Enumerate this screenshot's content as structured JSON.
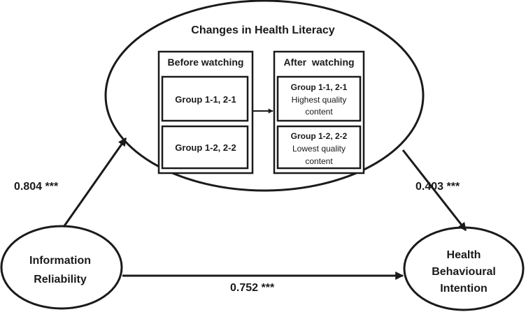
{
  "main_ellipse": {
    "title": "Changes in Health Literacy"
  },
  "before": {
    "header": "Before watching",
    "group1": "Group 1-1, 2-1",
    "group2": "Group 1-2, 2-2"
  },
  "after": {
    "header": "After  watching",
    "group1": {
      "title": "Group 1-1, 2-1",
      "line1": "Highest quality",
      "line2": "content"
    },
    "group2": {
      "title": "Group 1-2, 2-2",
      "line1": "Lowest quality",
      "line2": "content"
    }
  },
  "left_node": {
    "line1": "Information",
    "line2": "Reliability"
  },
  "right_node": {
    "line1": "Health",
    "line2": "Behavioural",
    "line3": "Intention"
  },
  "paths": {
    "info_to_literacy": "0.804 ***",
    "literacy_to_behaviour": "0.403 ***",
    "info_to_behaviour": "0.752 ***"
  }
}
